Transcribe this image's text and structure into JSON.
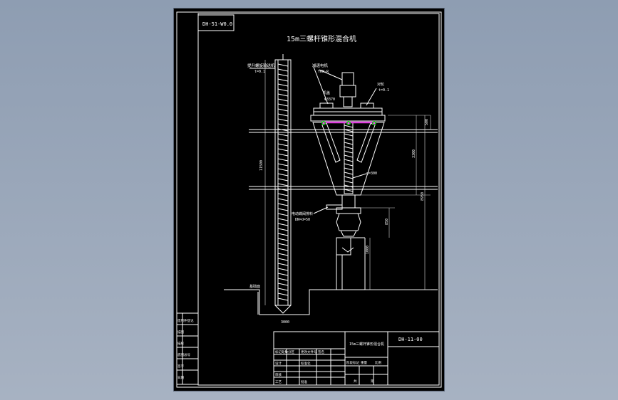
{
  "drawing": {
    "code_tag": "DH-51-W0.0",
    "title": "15m三螺杆锥形混合机",
    "labels": {
      "motor": "减速电机",
      "motor_sub": "YRW-R",
      "cover_left": "机盖",
      "cover_left_sub": "Φ3370",
      "gear_right": "对轮",
      "gear_right_sub": "t=0.1",
      "screw_conveyor": "提升螺旋输送机",
      "screw_conveyor_sub": "t=0.1",
      "dimension_diag": "d=300",
      "discharge": "电动蝶阀排料",
      "discharge_sub": "DN=d=50",
      "base_label": "基础面",
      "bottom_marker": "3000"
    },
    "title_block": {
      "drawing_no": "DH-11-00",
      "name": "15m三螺杆锥形混合机",
      "rows_left": [
        "标记处数分区",
        "更改文件号",
        "签名"
      ],
      "designer": "设计",
      "reviewer": "审核",
      "process": "工艺",
      "standardization": "标准化",
      "approved": "批准",
      "stage": "阶段标记",
      "weight": "重量",
      "scale": "比例",
      "sheets": "共",
      "sheet": "第",
      "side_rows": [
        "借用件登记",
        "描图",
        "描校",
        "底图总号",
        "签字",
        "日期"
      ]
    }
  }
}
